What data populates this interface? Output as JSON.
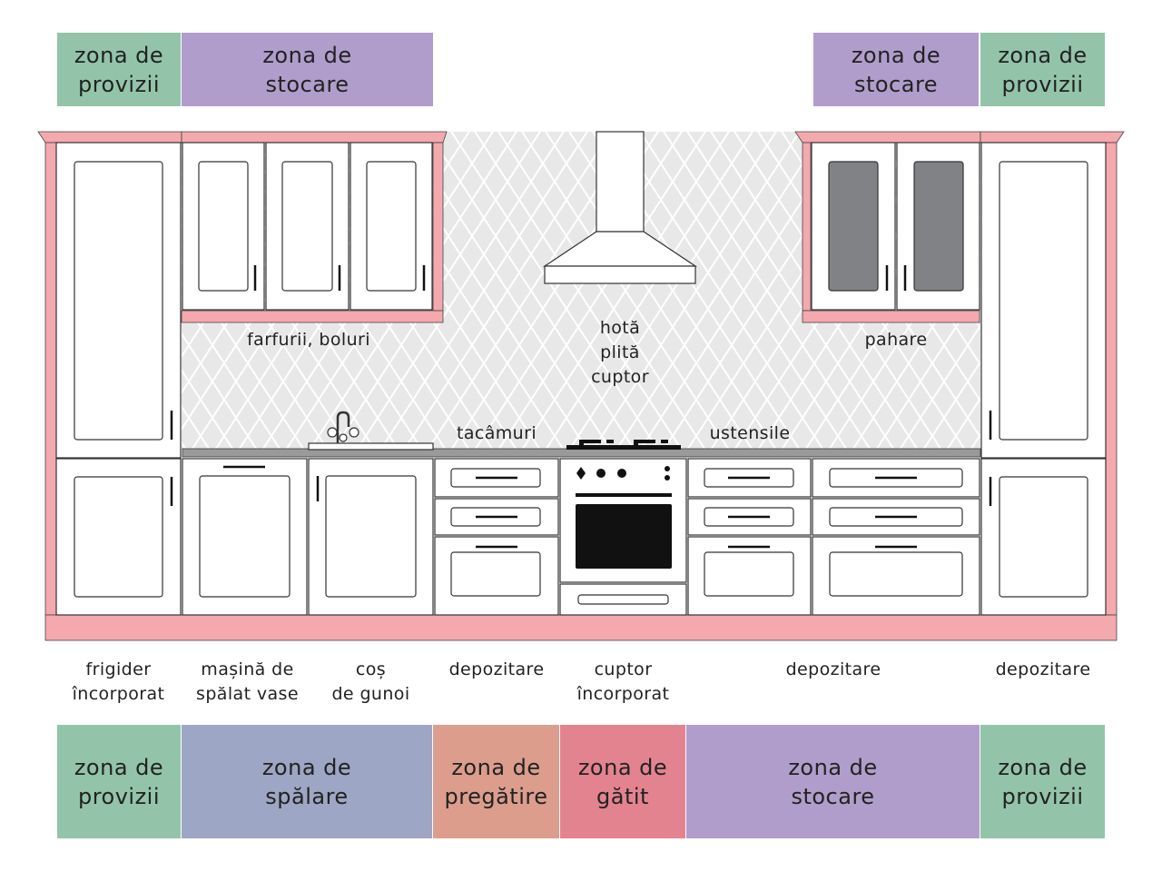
{
  "colors": {
    "provisions": "#93c4a9",
    "storage": "#b19dcb",
    "washing": "#9da6c4",
    "preparation": "#dc9d8d",
    "cooking": "#e48390",
    "cabinet_frame": "#f3a9ae",
    "glass": "#808285",
    "countertop": "#9a9a9a"
  },
  "top_zones_left": [
    {
      "label": "zona de\nprovizii",
      "color": "#93c4a9"
    },
    {
      "label": "zona de\nstocare",
      "color": "#b19dcb"
    }
  ],
  "top_zones_right": [
    {
      "label": "zona de\nstocare",
      "color": "#b19dcb"
    },
    {
      "label": "zona de\nprovizii",
      "color": "#93c4a9"
    }
  ],
  "wall_labels": {
    "plates": "farfurii, boluri",
    "hood_plate_oven": "hotă\nplită\ncuptor",
    "glasses": "pahare",
    "cutlery": "tacâmuri",
    "utensils": "ustensile"
  },
  "unit_labels": [
    "frigider\nîncorporat",
    "mașină de\nspălat vase",
    "coș\nde gunoi",
    "depozitare",
    "cuptor\nîncorporat",
    "depozitare",
    "depozitare"
  ],
  "bottom_zones": [
    {
      "label": "zona de\nprovizii",
      "color": "#93c4a9"
    },
    {
      "label": "zona de\nspălare",
      "color": "#9da6c4"
    },
    {
      "label": "zona de\npregătire",
      "color": "#dc9d8d"
    },
    {
      "label": "zona de\ngătit",
      "color": "#e48390"
    },
    {
      "label": "zona de\nstocare",
      "color": "#b19dcb"
    },
    {
      "label": "zona de\nprovizii",
      "color": "#93c4a9"
    }
  ]
}
